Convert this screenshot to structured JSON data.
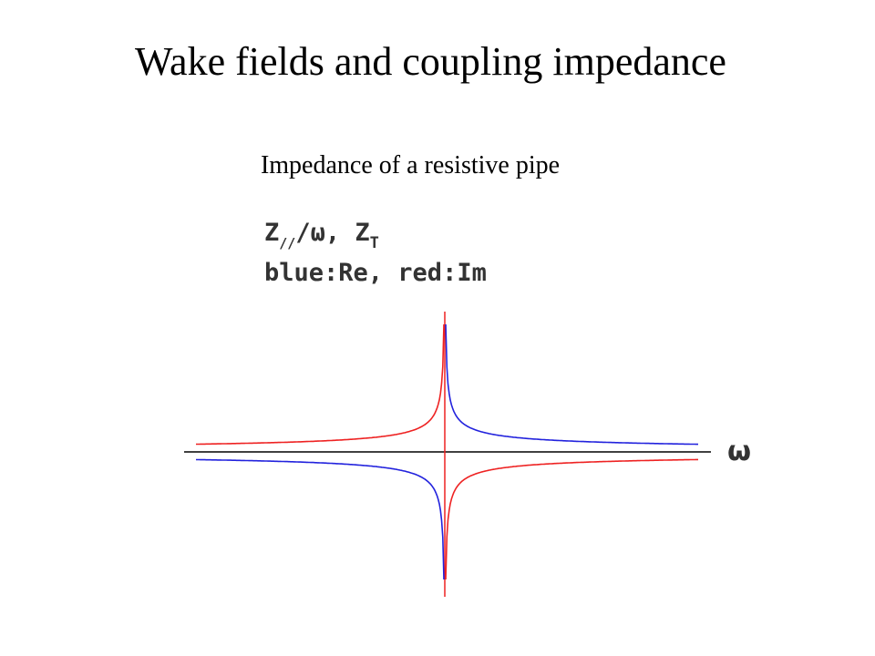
{
  "slide": {
    "title": "Wake fields and coupling impedance",
    "subtitle": "Impedance of  a resistive pipe"
  },
  "chart_data": {
    "type": "line",
    "label_line1": {
      "z_par": "Z",
      "z_par_sub": "//",
      "rest": "/ω, Z",
      "z_t_sub": "T"
    },
    "label_line2": "blue:Re, red:Im",
    "xlabel": "ω",
    "grid": false,
    "colors": {
      "re": "#2222dd",
      "im": "#ee2222",
      "axis": "#000000",
      "label": "#333333"
    },
    "series": [
      {
        "key": "re"
      },
      {
        "key": "im"
      }
    ]
  }
}
